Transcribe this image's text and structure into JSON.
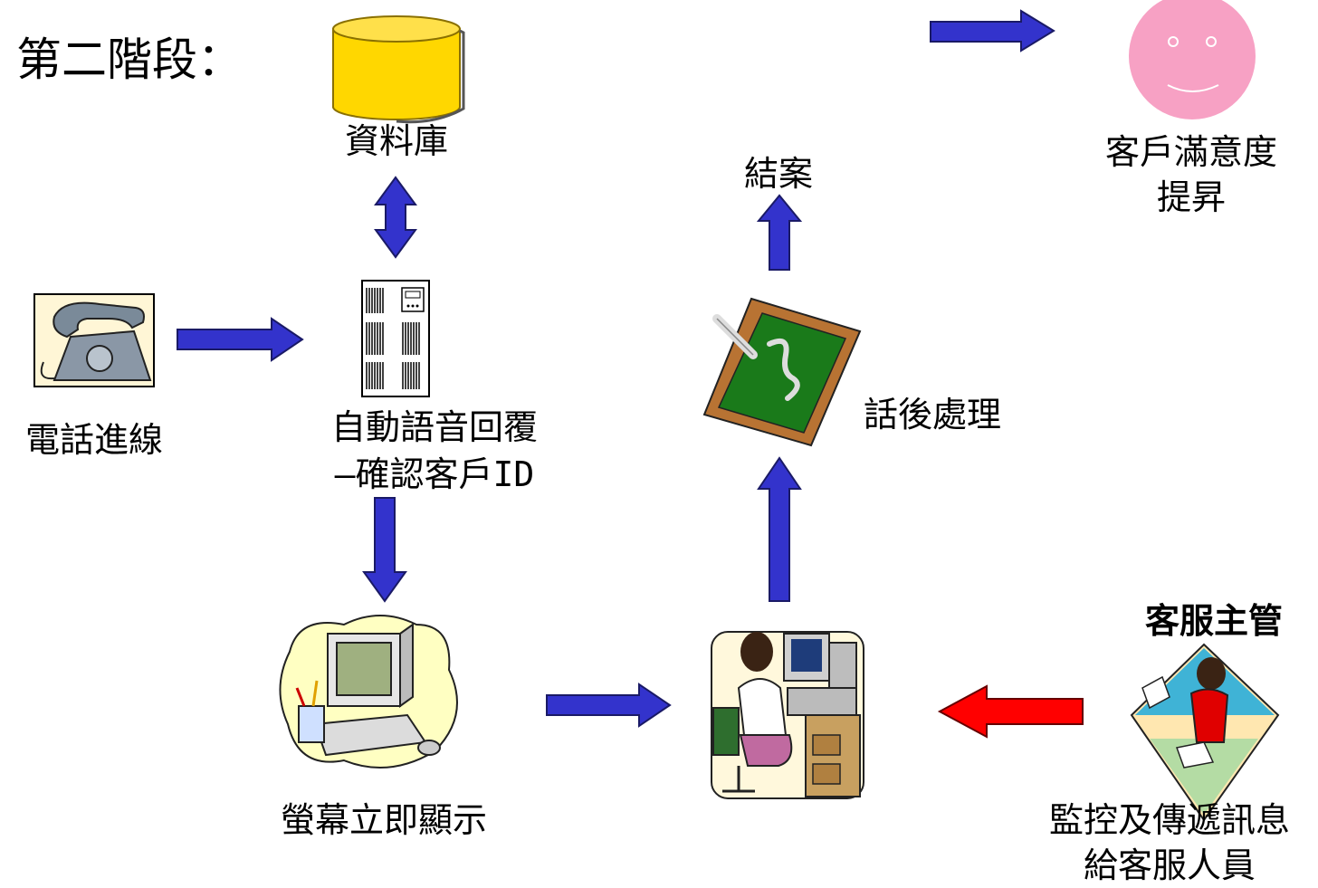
{
  "title": "第二階段：",
  "nodes": {
    "database": {
      "label": "資料庫",
      "icon": "database-cylinder-icon"
    },
    "phone": {
      "label": "電話進線",
      "icon": "telephone-icon"
    },
    "ivr": {
      "label_line1": "自動語音回覆",
      "label_line2": "—確認客戶ID",
      "icon": "server-tower-icon"
    },
    "screen": {
      "label": "螢幕立即顯示",
      "icon": "computer-monitor-icon"
    },
    "agent": {
      "icon": "call-center-agent-icon"
    },
    "after_call": {
      "label": "話後處理",
      "icon": "chalkboard-icon"
    },
    "close": {
      "label": "結案"
    },
    "satisfaction": {
      "label_line1": "客戶滿意度",
      "label_line2": "提昇",
      "icon": "smiley-face-icon"
    },
    "supervisor": {
      "label": "客服主管",
      "icon": "supervisor-icon"
    },
    "monitor": {
      "label_line1": "監控及傳遞訊息",
      "label_line2": "給客服人員"
    }
  },
  "colors": {
    "arrow_blue": "#3333cc",
    "arrow_red": "#ff0000",
    "database": "#ffd700",
    "smiley": "#f7a1c4",
    "board_green": "#1a7a1a",
    "board_frame": "#b87333"
  }
}
